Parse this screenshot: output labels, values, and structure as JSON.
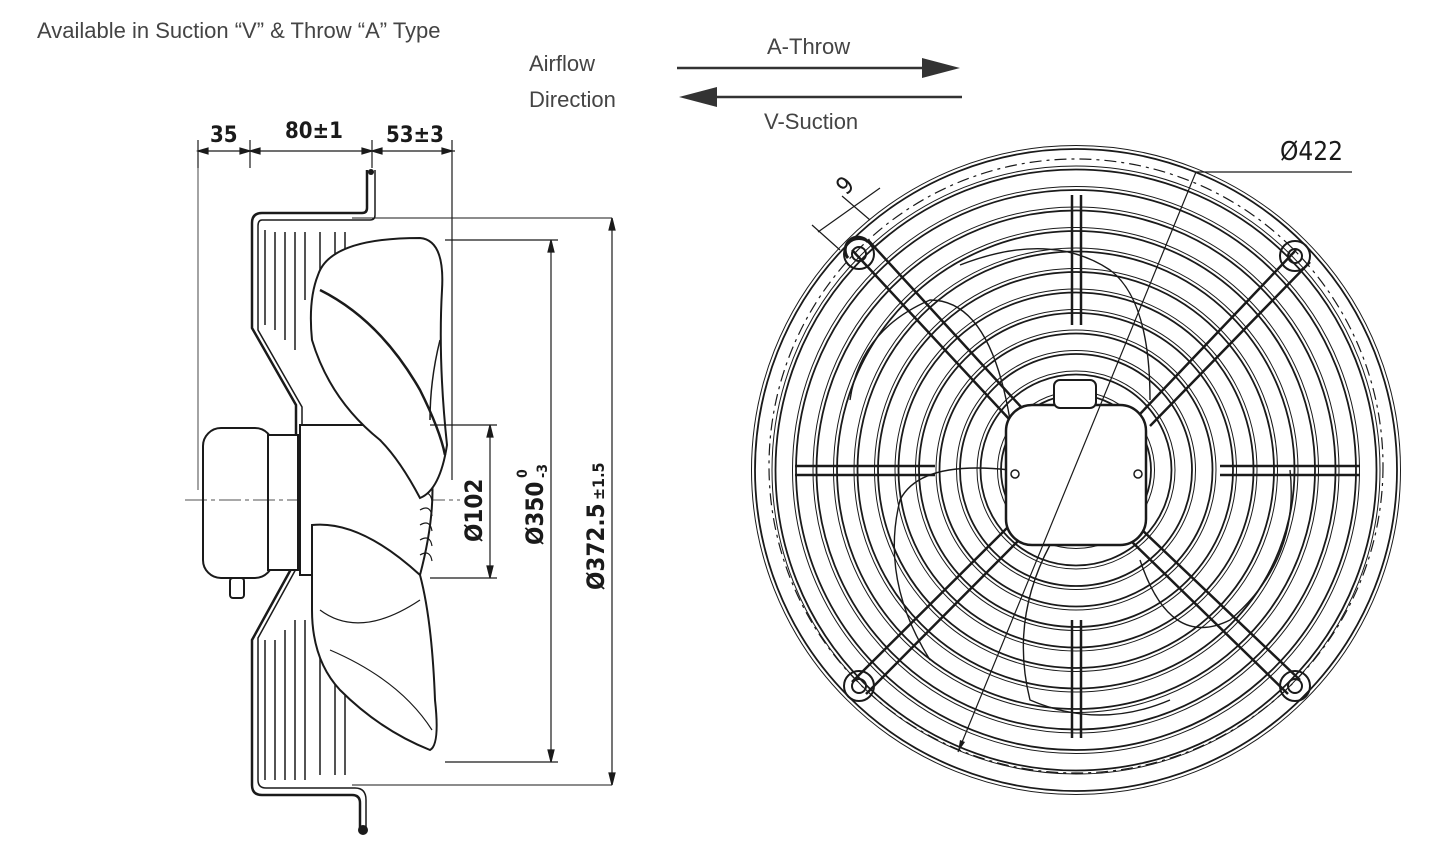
{
  "header": {
    "availability": "Available in Suction “V” & Throw “A” Type",
    "airflow_line1": "Airflow",
    "airflow_line2": "Direction",
    "throw_label": "A-Throw",
    "suction_label": "V-Suction"
  },
  "side_view": {
    "dim_35": "35",
    "dim_80": "80±1",
    "dim_53": "53±3",
    "dia_102": "Ø102",
    "dia_350_main": "Ø350",
    "dia_350_upper_tol": "0",
    "dia_350_lower_tol": "-3",
    "dia_372_main": "Ø372.5",
    "dia_372_tol": "±1.5"
  },
  "front_view": {
    "dia_422": "Ø422",
    "dim_9": "9"
  },
  "colors": {
    "line": "#1a1a1a",
    "text": "#444444"
  }
}
